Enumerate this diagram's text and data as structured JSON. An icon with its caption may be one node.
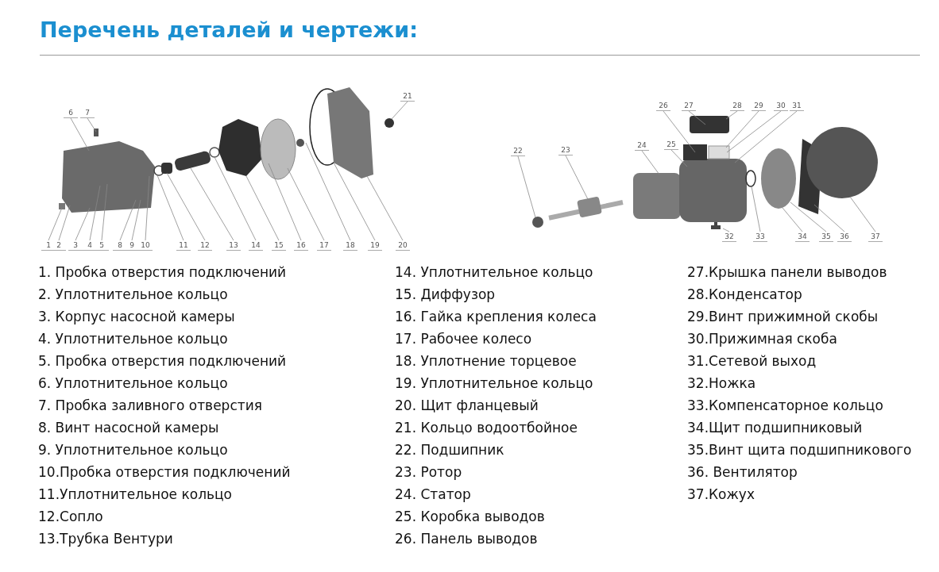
{
  "diagram": {
    "title": "Перечень деталей и чертежи:",
    "nodes": [
      {
        "text": [
          "1"
        ]
      },
      {
        "text": [
          "2"
        ]
      },
      {
        "text": [
          "3"
        ]
      },
      {
        "text": [
          "4"
        ]
      },
      {
        "text": [
          "5"
        ]
      },
      {
        "text": [
          "6"
        ]
      },
      {
        "text": [
          "7"
        ]
      },
      {
        "text": [
          "8"
        ]
      },
      {
        "text": [
          "9"
        ]
      },
      {
        "text": [
          "10"
        ]
      },
      {
        "text": [
          "11"
        ]
      },
      {
        "text": [
          "12"
        ]
      },
      {
        "text": [
          "13"
        ]
      },
      {
        "text": [
          "14"
        ]
      },
      {
        "text": [
          "15"
        ]
      },
      {
        "text": [
          "16"
        ]
      },
      {
        "text": [
          "17"
        ]
      },
      {
        "text": [
          "18"
        ]
      },
      {
        "text": [
          "19"
        ]
      },
      {
        "text": [
          "20"
        ]
      },
      {
        "text": [
          "21"
        ]
      },
      {
        "text": [
          "22"
        ]
      },
      {
        "text": [
          "23"
        ]
      },
      {
        "text": [
          "24"
        ]
      },
      {
        "text": [
          "25"
        ]
      },
      {
        "text": [
          "26"
        ]
      },
      {
        "text": [
          "27"
        ]
      },
      {
        "text": [
          "28"
        ]
      },
      {
        "text": [
          "29"
        ]
      },
      {
        "text": [
          "30"
        ]
      },
      {
        "text": [
          "31"
        ]
      },
      {
        "text": [
          "32"
        ]
      },
      {
        "text": [
          "33"
        ]
      },
      {
        "text": [
          "34"
        ]
      },
      {
        "text": [
          "35"
        ]
      },
      {
        "text": [
          "36"
        ]
      },
      {
        "text": [
          "37"
        ]
      }
    ],
    "edges": [
      {
        "from": 0,
        "to": null,
        "arrow": "none"
      },
      {
        "from": 1,
        "to": null,
        "arrow": "none"
      },
      {
        "from": 2,
        "to": null,
        "arrow": "none"
      },
      {
        "from": 3,
        "to": null,
        "arrow": "none"
      },
      {
        "from": 4,
        "to": null,
        "arrow": "none"
      },
      {
        "from": 5,
        "to": null,
        "arrow": "none"
      },
      {
        "from": 6,
        "to": null,
        "arrow": "none"
      },
      {
        "from": 7,
        "to": null,
        "arrow": "none"
      },
      {
        "from": 8,
        "to": null,
        "arrow": "none"
      },
      {
        "from": 9,
        "to": null,
        "arrow": "none"
      },
      {
        "from": 10,
        "to": null,
        "arrow": "none"
      },
      {
        "from": 11,
        "to": null,
        "arrow": "none"
      },
      {
        "from": 12,
        "to": null,
        "arrow": "none"
      },
      {
        "from": 13,
        "to": null,
        "arrow": "none"
      },
      {
        "from": 14,
        "to": null,
        "arrow": "none"
      },
      {
        "from": 15,
        "to": null,
        "arrow": "none"
      },
      {
        "from": 16,
        "to": null,
        "arrow": "none"
      },
      {
        "from": 17,
        "to": null,
        "arrow": "none"
      },
      {
        "from": 18,
        "to": null,
        "arrow": "none"
      },
      {
        "from": 19,
        "to": null,
        "arrow": "none"
      },
      {
        "from": 20,
        "to": null,
        "arrow": "none"
      },
      {
        "from": 21,
        "to": null,
        "arrow": "none"
      },
      {
        "from": 22,
        "to": null,
        "arrow": "none"
      },
      {
        "from": 23,
        "to": null,
        "arrow": "none"
      },
      {
        "from": 24,
        "to": null,
        "arrow": "none"
      },
      {
        "from": 25,
        "to": null,
        "arrow": "none"
      },
      {
        "from": 26,
        "to": null,
        "arrow": "none"
      },
      {
        "from": 27,
        "to": null,
        "arrow": "none"
      },
      {
        "from": 28,
        "to": null,
        "arrow": "none"
      },
      {
        "from": 29,
        "to": null,
        "arrow": "none"
      },
      {
        "from": 30,
        "to": null,
        "arrow": "none"
      },
      {
        "from": 31,
        "to": null,
        "arrow": "none"
      },
      {
        "from": 32,
        "to": null,
        "arrow": "none"
      },
      {
        "from": 33,
        "to": null,
        "arrow": "none"
      },
      {
        "from": 34,
        "to": null,
        "arrow": "none"
      },
      {
        "from": 35,
        "to": null,
        "arrow": "none"
      },
      {
        "from": 36,
        "to": null,
        "arrow": "none"
      }
    ],
    "labels": [
      "1. Пробка отверстия подключений",
      "2. Уплотнительное кольцо",
      "3. Корпус насосной камеры",
      "4. Уплотнительное кольцо",
      "5. Пробка отверстия подключений",
      "6. Уплотнительное кольцо",
      "7. Пробка заливного отверстия",
      "8. Винт насосной камеры",
      "9. Уплотнительное кольцо",
      "10.Пробка отверстия подключений",
      "11.Уплотнительное кольцо",
      "12.Сопло",
      "13.Трубка Вентури",
      "14. Уплотнительное кольцо",
      "15. Диффузор",
      "16. Гайка крепления колеса",
      "17. Рабочее колесо",
      "18. Уплотнение торцевое",
      "19. Уплотнительное кольцо",
      "20. Щит фланцевый",
      "21. Кольцо водоотбойное",
      "22. Подшипник",
      "23. Ротор",
      "24. Статор",
      "25. Коробка выводов",
      "26. Панель выводов",
      "27.Крышка панели выводов",
      "28.Конденсатор",
      "29.Винт прижимной скобы",
      "30.Прижимная скоба",
      "31.Сетевой выход",
      "32.Ножка",
      "33.Компенсаторное кольцо",
      "34.Щит подшипниковый",
      "35.Винт щита подшипникового",
      "36. Вентилятор",
      "37.Кожух"
    ]
  }
}
